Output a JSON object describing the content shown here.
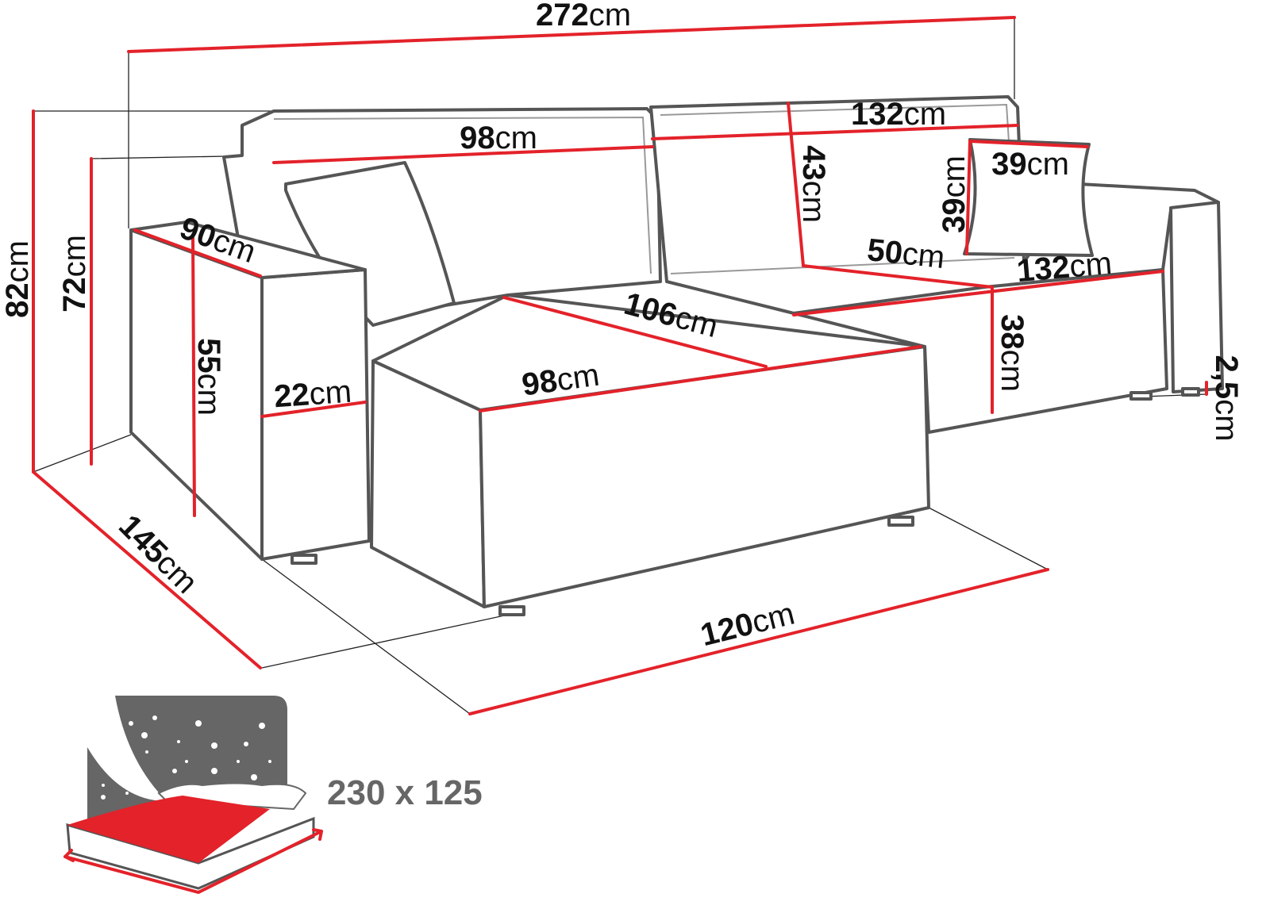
{
  "unit": "cm",
  "colors": {
    "dimension_line": "#e3222a",
    "outline": "#555555",
    "bed_icon_gray": "#666666",
    "bed_icon_red": "#e3222a"
  },
  "dimensions": {
    "total_width": "272",
    "back_left_width": "98",
    "back_right_width": "132",
    "back_height": "43",
    "pillow_height": "39",
    "pillow_width": "39",
    "armrest_depth": "90",
    "total_height": "82",
    "back_top_height": "72",
    "armrest_height": "55",
    "armrest_width": "22",
    "chaise_seat_depth": "106",
    "chaise_seat_width": "98",
    "seat_depth": "50",
    "seat_right_width": "132",
    "seat_height": "38",
    "leg_height": "2,5",
    "total_depth": "145",
    "chaise_width": "120"
  },
  "sleeping_area": {
    "label": "230 x 125",
    "icon": "bed-icon"
  }
}
